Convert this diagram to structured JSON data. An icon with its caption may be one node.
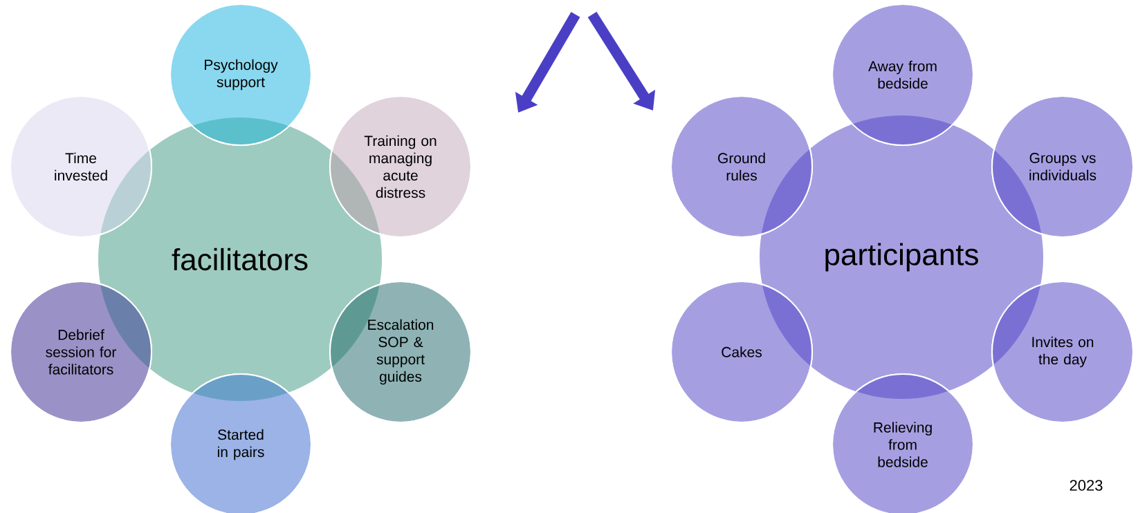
{
  "diagram": {
    "nodes": [
      {
        "text": [
          "facilitators"
        ]
      },
      {
        "text": [
          "Psychology support"
        ]
      },
      {
        "text": [
          "Time invested"
        ]
      },
      {
        "text": [
          "Training on managing acute distress"
        ]
      },
      {
        "text": [
          "Debrief session for facilitators"
        ]
      },
      {
        "text": [
          "Escalation SOP & support guides"
        ]
      },
      {
        "text": [
          "Started in pairs"
        ]
      },
      {
        "text": [
          "participants"
        ]
      },
      {
        "text": [
          "Away from bedside"
        ]
      },
      {
        "text": [
          "Ground rules"
        ]
      },
      {
        "text": [
          "Groups vs individuals"
        ]
      },
      {
        "text": [
          "Cakes"
        ]
      },
      {
        "text": [
          "Invites on the day"
        ]
      },
      {
        "text": [
          "Relieving from bedside"
        ]
      }
    ],
    "labels": [
      "2023"
    ]
  }
}
